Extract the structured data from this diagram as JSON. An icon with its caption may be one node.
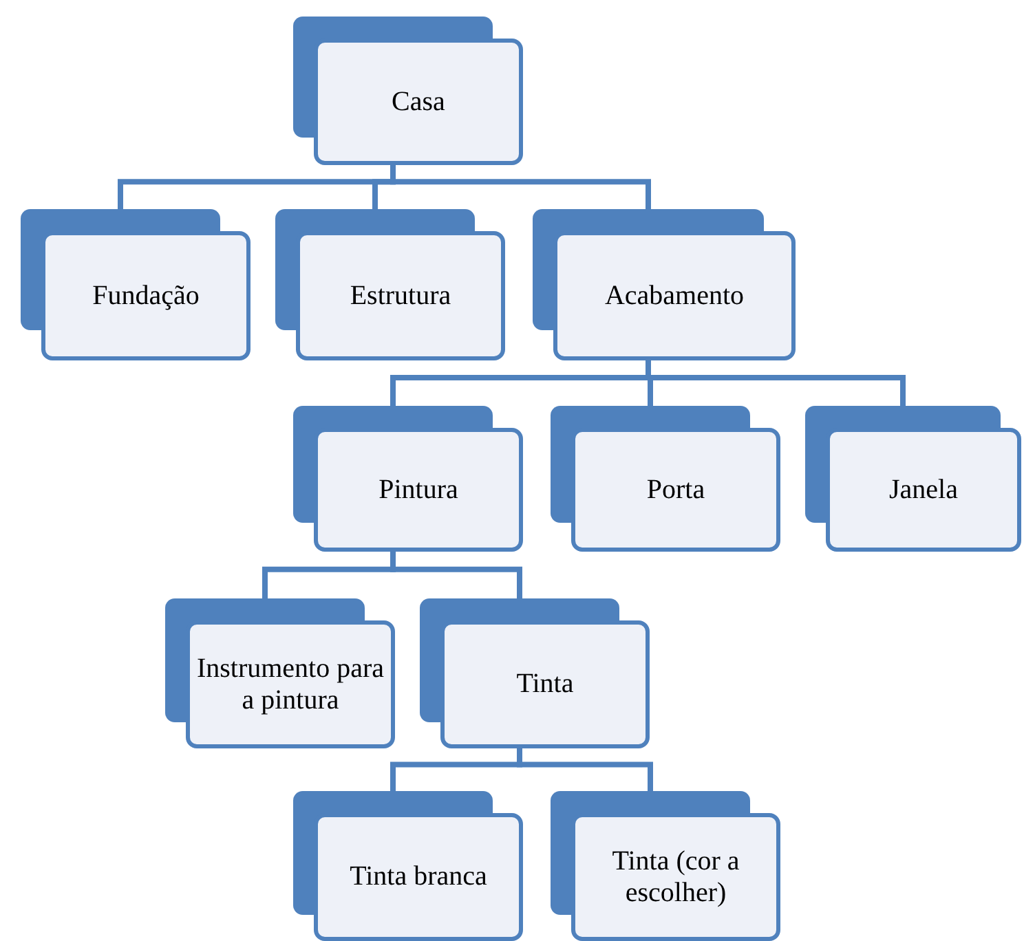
{
  "diagram": {
    "nodes": [
      {
        "text": [
          "Casa"
        ]
      },
      {
        "text": [
          "Fundação"
        ]
      },
      {
        "text": [
          "Estrutura"
        ]
      },
      {
        "text": [
          "Acabamento"
        ]
      },
      {
        "text": [
          "Pintura"
        ]
      },
      {
        "text": [
          "Porta"
        ]
      },
      {
        "text": [
          "Janela"
        ]
      },
      {
        "text": [
          "Instrumento para a pintura"
        ]
      },
      {
        "text": [
          "Tinta"
        ]
      },
      {
        "text": [
          "Tinta branca"
        ]
      },
      {
        "text": [
          "Tinta (cor a escolher)"
        ]
      }
    ],
    "edges": [
      {
        "from": 0,
        "to": 1,
        "arrow": "none"
      },
      {
        "from": 0,
        "to": 2,
        "arrow": "none"
      },
      {
        "from": 0,
        "to": 3,
        "arrow": "none"
      },
      {
        "from": 3,
        "to": 4,
        "arrow": "none"
      },
      {
        "from": 3,
        "to": 5,
        "arrow": "none"
      },
      {
        "from": 3,
        "to": 6,
        "arrow": "none"
      },
      {
        "from": 4,
        "to": 7,
        "arrow": "none"
      },
      {
        "from": 4,
        "to": 8,
        "arrow": "none"
      },
      {
        "from": 8,
        "to": 9,
        "arrow": "none"
      },
      {
        "from": 8,
        "to": 10,
        "arrow": "none"
      }
    ]
  }
}
